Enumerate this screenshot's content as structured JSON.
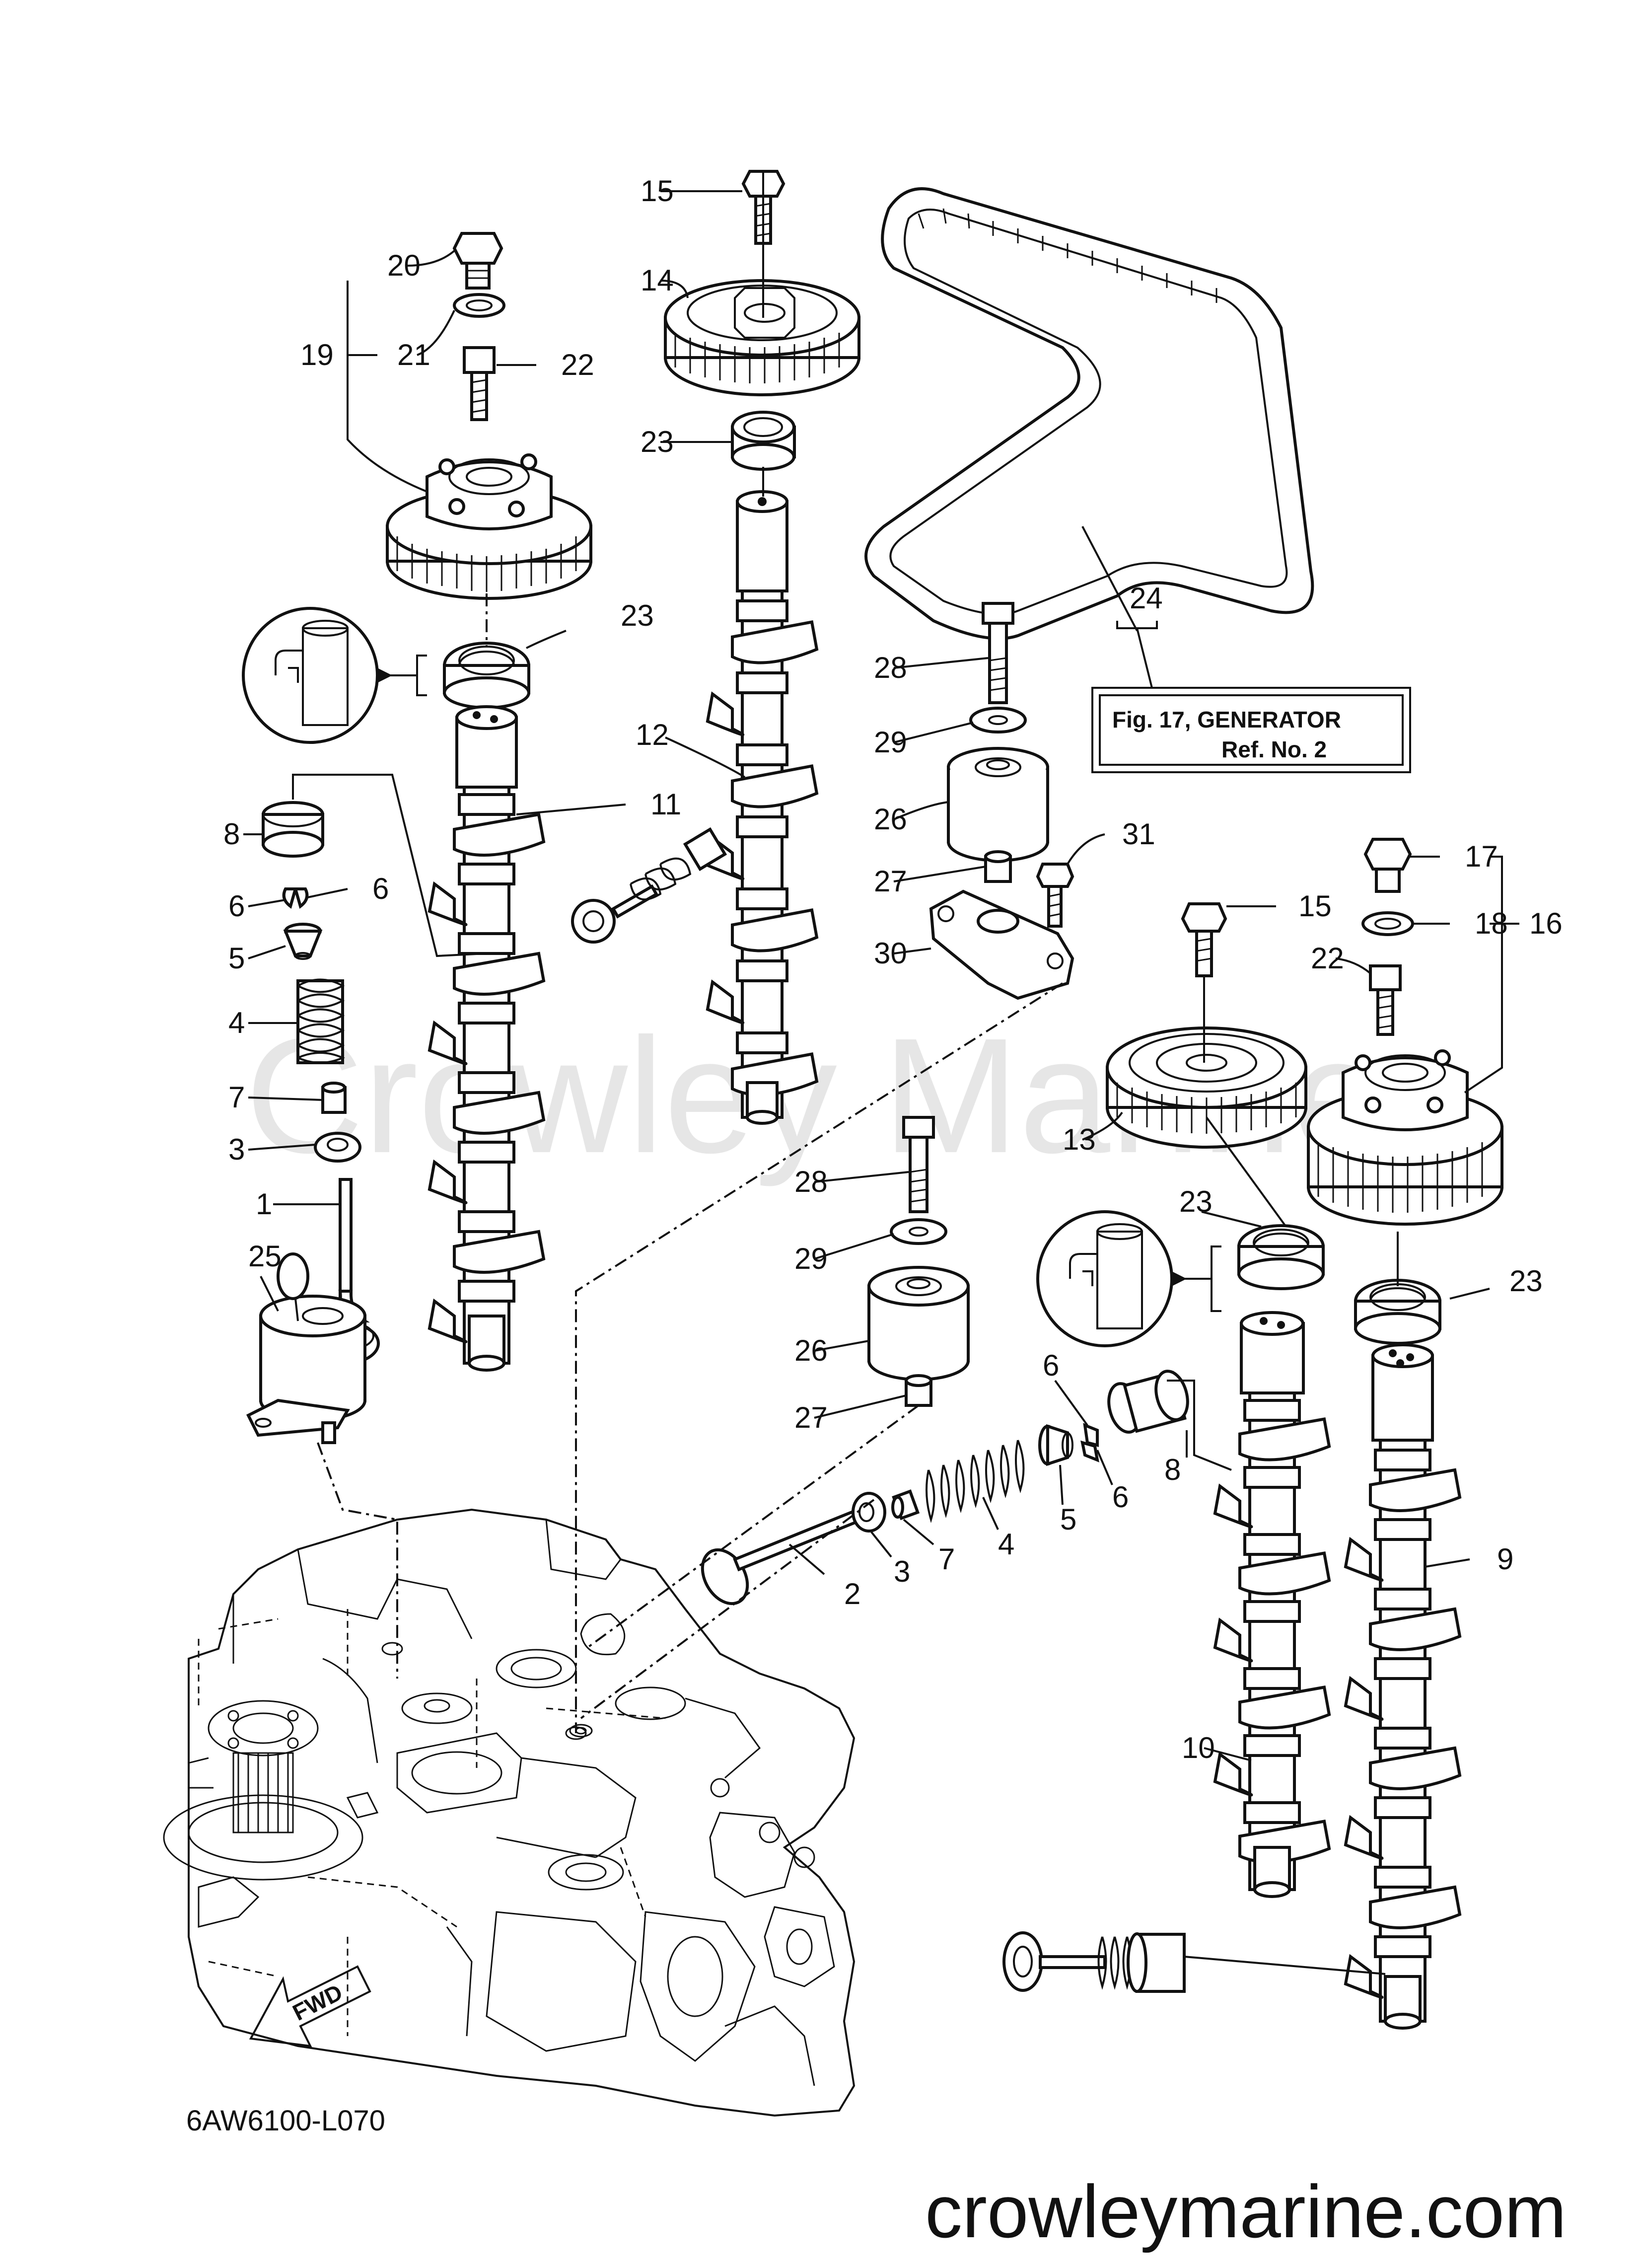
{
  "callouts": [
    {
      "id": "c15a",
      "label": "15"
    },
    {
      "id": "c14",
      "label": "14"
    },
    {
      "id": "c20",
      "label": "20"
    },
    {
      "id": "c19",
      "label": "19"
    },
    {
      "id": "c21",
      "label": "21"
    },
    {
      "id": "c22a",
      "label": "22"
    },
    {
      "id": "c23a",
      "label": "23"
    },
    {
      "id": "c23b",
      "label": "23"
    },
    {
      "id": "c24",
      "label": "24"
    },
    {
      "id": "c28a",
      "label": "28"
    },
    {
      "id": "c29a",
      "label": "29"
    },
    {
      "id": "c12",
      "label": "12"
    },
    {
      "id": "c11",
      "label": "11"
    },
    {
      "id": "c26a",
      "label": "26"
    },
    {
      "id": "c8a",
      "label": "8"
    },
    {
      "id": "c6a",
      "label": "6"
    },
    {
      "id": "c6b",
      "label": "6"
    },
    {
      "id": "c31",
      "label": "31"
    },
    {
      "id": "c27a",
      "label": "27"
    },
    {
      "id": "c17",
      "label": "17"
    },
    {
      "id": "c18",
      "label": "18"
    },
    {
      "id": "c16",
      "label": "16"
    },
    {
      "id": "c5a",
      "label": "5"
    },
    {
      "id": "c30",
      "label": "30"
    },
    {
      "id": "c15b",
      "label": "15"
    },
    {
      "id": "c22b",
      "label": "22"
    },
    {
      "id": "c4a",
      "label": "4"
    },
    {
      "id": "c7a",
      "label": "7"
    },
    {
      "id": "c3a",
      "label": "3"
    },
    {
      "id": "c13",
      "label": "13"
    },
    {
      "id": "c1",
      "label": "1"
    },
    {
      "id": "c28b",
      "label": "28"
    },
    {
      "id": "c23c",
      "label": "23"
    },
    {
      "id": "c25",
      "label": "25"
    },
    {
      "id": "c29b",
      "label": "29"
    },
    {
      "id": "c23d",
      "label": "23"
    },
    {
      "id": "c26b",
      "label": "26"
    },
    {
      "id": "c6c",
      "label": "6"
    },
    {
      "id": "c27b",
      "label": "27"
    },
    {
      "id": "c8b",
      "label": "8"
    },
    {
      "id": "c6d",
      "label": "6"
    },
    {
      "id": "c5b",
      "label": "5"
    },
    {
      "id": "c4b",
      "label": "4"
    },
    {
      "id": "c7b",
      "label": "7"
    },
    {
      "id": "c3b",
      "label": "3"
    },
    {
      "id": "c2",
      "label": "2"
    },
    {
      "id": "c9",
      "label": "9"
    },
    {
      "id": "c10",
      "label": "10"
    }
  ],
  "reference_box": {
    "line1": "Fig. 17, GENERATOR",
    "line2": "Ref. No. 2"
  },
  "fwd_arrow": {
    "label": "FWD"
  },
  "diagram_code": "6AW6100-L070",
  "watermark": "Crowley Marine",
  "footer_url": "crowleymarine.com"
}
